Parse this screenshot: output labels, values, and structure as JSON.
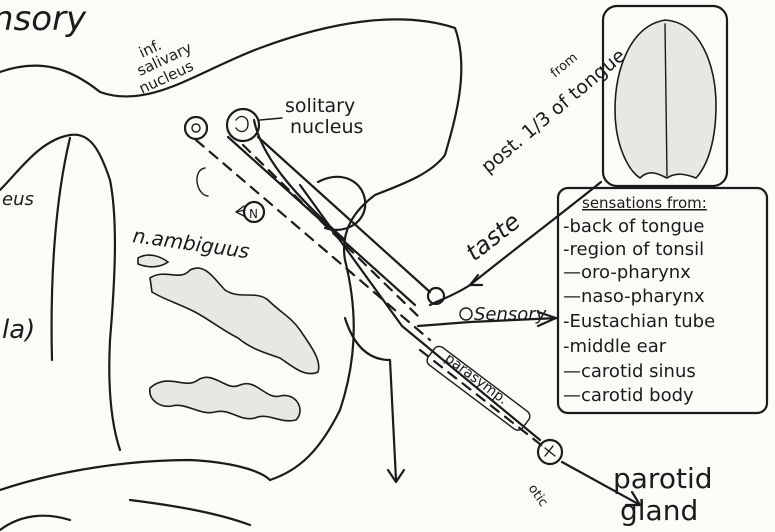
{
  "labels": {
    "corner_top": "nsory",
    "left_edge_1": "eus",
    "left_edge_2": "la)",
    "inf_salivary_line1": "inf.",
    "inf_salivary_line2": "salivary",
    "inf_salivary_line3": "nucleus",
    "solitary_line1": "solitary",
    "solitary_line2": "nucleus",
    "n_ambiguus": "n.ambiguus",
    "nucleus_letter": "N",
    "from": "from",
    "post_third_tongue": "post. 1/3 of tongue",
    "taste": "taste",
    "sensory": "Sensory",
    "parasymp": "parasymp.",
    "otic": "otic",
    "parotid_line1": "parotid",
    "parotid_line2": "gland"
  },
  "sensations_box": {
    "heading": "sensations from:",
    "items": [
      "-back of tongue",
      "-region of tonsil",
      "—oro-pharynx",
      "—naso-pharynx",
      "-Eustachian tube",
      "-middle ear",
      "—carotid sinus",
      "—carotid body"
    ]
  }
}
